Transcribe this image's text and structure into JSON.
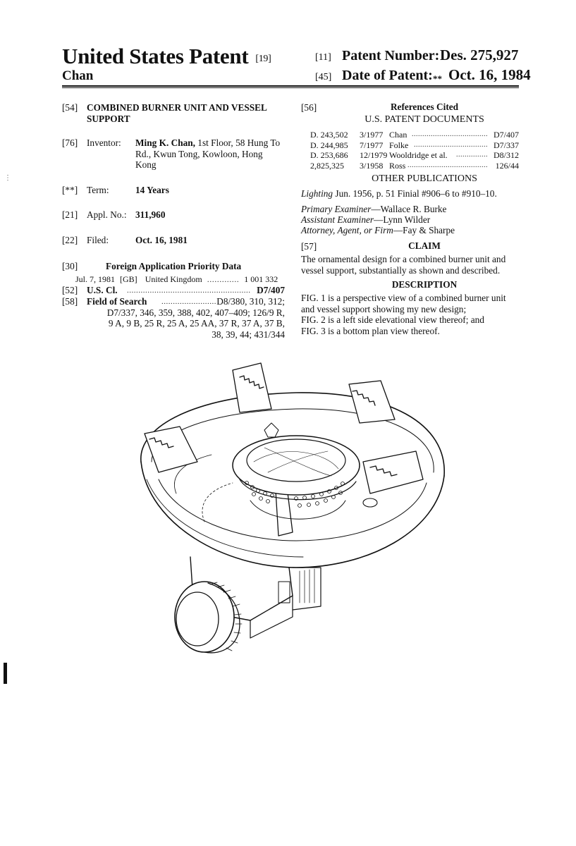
{
  "header": {
    "title": "United States Patent",
    "title_code": "[19]",
    "inventor_surname": "Chan",
    "patent_number_code": "[11]",
    "patent_number_label": "Patent Number:",
    "patent_number": "Des. 275,927",
    "date_code": "[45]",
    "date_label": "Date of Patent:",
    "date_marker": "**",
    "date": "Oct. 16, 1984"
  },
  "left": {
    "title_code": "[54]",
    "title_line1": "COMBINED BURNER UNIT AND VESSEL",
    "title_line2": "SUPPORT",
    "inventor_code": "[76]",
    "inventor_label": "Inventor:",
    "inventor_line1_bold": "Ming K. Chan,",
    "inventor_line1_rest": " 1st Floor, 58 Hung To",
    "inventor_line2": "Rd., Kwun Tong, Kowloon, Hong",
    "inventor_line3": "Kong",
    "term_code": "[**]",
    "term_label": "Term:",
    "term_value": "14 Years",
    "appl_code": "[21]",
    "appl_label": "Appl. No.:",
    "appl_value": "311,960",
    "filed_code": "[22]",
    "filed_label": "Filed:",
    "filed_value": "Oct. 16, 1981",
    "foreign_code": "[30]",
    "foreign_heading": "Foreign Application Priority Data",
    "foreign_date": "Jul. 7, 1981",
    "foreign_country_code": "[GB]",
    "foreign_country": "United Kingdom",
    "foreign_dots": ".............",
    "foreign_number": "1 001 332",
    "uscl_code": "[52]",
    "uscl_label": "U.S. Cl.",
    "uscl_dots": "......................................................",
    "uscl_value": "D7/407",
    "search_code": "[58]",
    "search_label": "Field of Search",
    "search_dots": "........................",
    "search_line1": "D8/380, 310, 312;",
    "search_line2": "D7/337, 346, 359, 388, 402, 407–409; 126/9 R,",
    "search_line3": "9 A, 9 B, 25 R, 25 A, 25 AA, 37 R, 37 A, 37 B,",
    "search_line4": "38, 39, 44; 431/344"
  },
  "right": {
    "refs_code": "[56]",
    "refs_heading": "References Cited",
    "us_docs_heading": "U.S. PATENT DOCUMENTS",
    "refs": [
      {
        "number": "D. 243,502",
        "date": "3/1977",
        "name": "Chan",
        "dots": "....................................",
        "class": "D7/407"
      },
      {
        "number": "D. 244,985",
        "date": "7/1977",
        "name": "Folke",
        "dots": "...................................",
        "class": "D7/337"
      },
      {
        "number": "D. 253,686",
        "date": "12/1979",
        "name": "Wooldridge et al.",
        "dots": "...............",
        "class": "D8/312"
      },
      {
        "number": "2,825,325",
        "date": "3/1958",
        "name": "Ross",
        "dots": "......................................",
        "class": "126/44"
      }
    ],
    "other_pubs_heading": "OTHER PUBLICATIONS",
    "other_pub_italic": "Lighting",
    "other_pub_rest": " Jun. 1956, p. 51 Finial #906–6 to #910–10.",
    "primary_label": "Primary Examiner",
    "primary_value": "—Wallace R. Burke",
    "assistant_label": "Assistant Examiner",
    "assistant_value": "—Lynn Wilder",
    "attorney_label": "Attorney, Agent, or Firm",
    "attorney_value": "—Fay & Sharpe",
    "claim_code": "[57]",
    "claim_heading": "CLAIM",
    "claim_text_1": "The ornamental design for a combined burner unit and",
    "claim_text_2": "vessel support, substantially as shown and described.",
    "description_heading": "DESCRIPTION",
    "desc_1a": "FIG. 1",
    "desc_1b": " is a perspective view of a combined burner unit",
    "desc_1c": "and vessel support showing my new design;",
    "desc_2a": "FIG. 2",
    "desc_2b": " is a left side elevational view thereof; and",
    "desc_3a": "FIG. 3",
    "desc_3b": " is a bottom plan view thereof."
  },
  "colors": {
    "ink": "#111111",
    "paper": "#ffffff"
  }
}
